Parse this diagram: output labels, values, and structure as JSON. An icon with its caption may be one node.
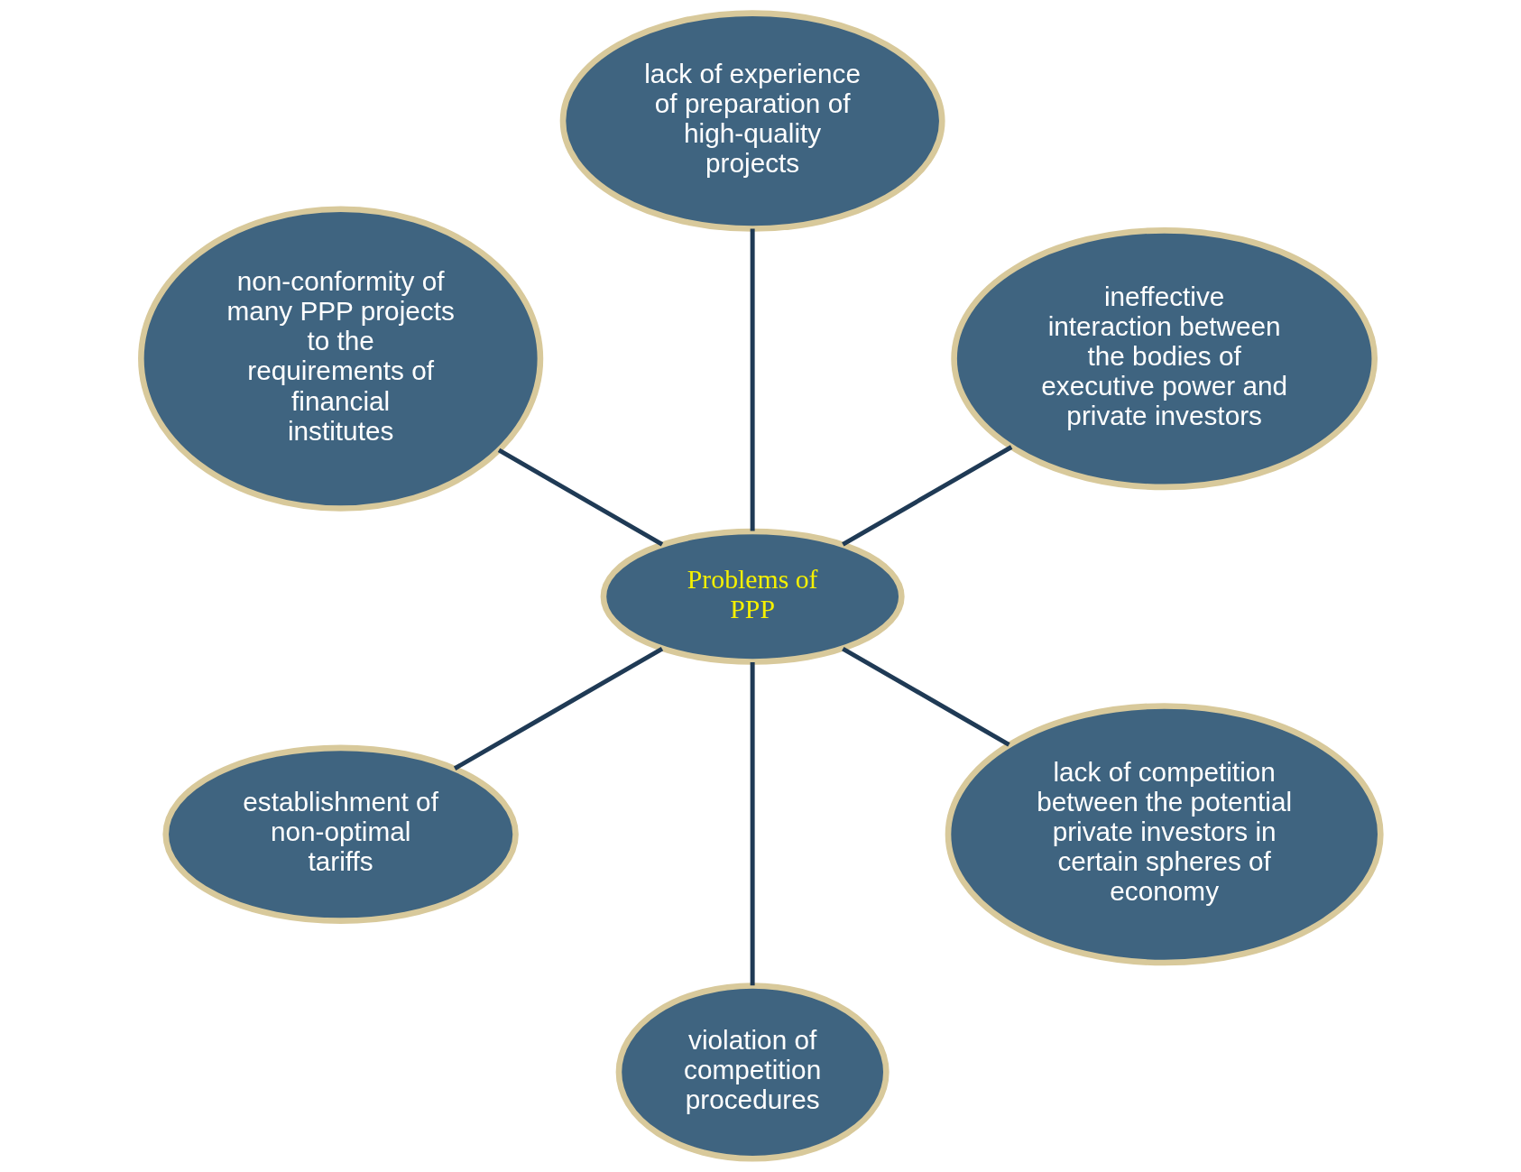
{
  "diagram": {
    "nodes": [
      {
        "text": [
          "ineffective interaction between the bodies of executive power and private investors"
        ]
      },
      {
        "text": [
          "lack of experience of preparation of high-quality projects"
        ]
      },
      {
        "text": [
          "non-conformity of many PPP projects to the requirements of financial institutes"
        ]
      },
      {
        "text": [
          "Problems of PPP"
        ]
      },
      {
        "text": [
          "establishment of non-optimal tariffs"
        ]
      },
      {
        "text": [
          "violation of competition procedures"
        ]
      },
      {
        "text": [
          "lack of competition between the potential private investors in certain spheres of economy"
        ]
      }
    ],
    "edges": [
      {
        "from": 3,
        "to": 0,
        "arrow": "none"
      },
      {
        "from": 3,
        "to": 1,
        "arrow": "none"
      },
      {
        "from": 3,
        "to": 2,
        "arrow": "none"
      },
      {
        "from": 3,
        "to": 4,
        "arrow": "none"
      },
      {
        "from": 3,
        "to": 5,
        "arrow": "none"
      },
      {
        "from": 3,
        "to": 6,
        "arrow": "none"
      }
    ]
  }
}
